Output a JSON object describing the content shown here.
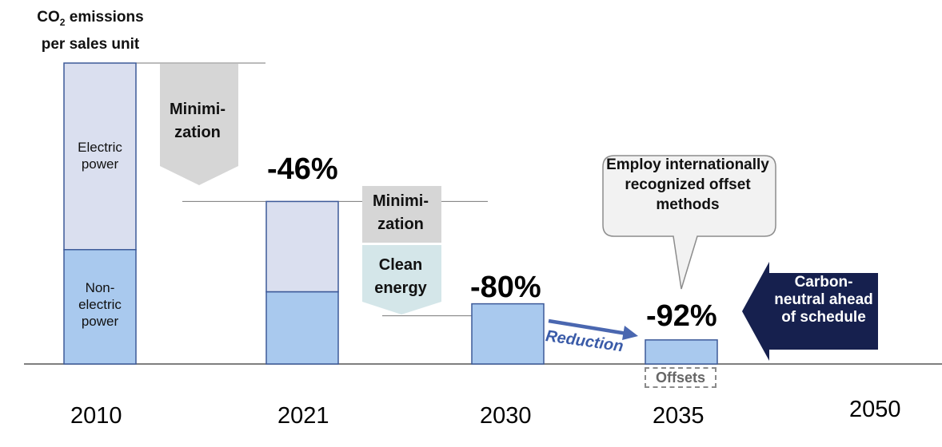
{
  "chart_data": {
    "type": "bar",
    "title": "CO₂ emissions per sales unit",
    "categories": [
      "2010",
      "2021",
      "2030",
      "2035",
      "2050"
    ],
    "values": [
      100,
      54,
      20,
      8,
      0
    ],
    "value_labels": [
      "",
      "-46%",
      "-80%",
      "-92%",
      ""
    ],
    "series": [
      {
        "name": "Electric power",
        "values": [
          62,
          30,
          null,
          null,
          null
        ]
      },
      {
        "name": "Non-electric power",
        "values": [
          38,
          24,
          null,
          null,
          null
        ]
      }
    ],
    "ylim": [
      0,
      100
    ],
    "grid": false,
    "colors": {
      "electric": "#dadfef",
      "non_electric": "#a9c9ee",
      "bar_border": "#3d5a99",
      "arrow_gray": "#d6d6d6",
      "arrow_teal": "#d4e6e9",
      "neutral_arrow": "#16204e",
      "reduction_arrow": "#4a67b0"
    }
  },
  "labels": {
    "ylabel_line1": "CO",
    "ylabel_sub": "2",
    "ylabel_line1_rest": " emissions",
    "ylabel_line2": "per sales unit",
    "electric": "Electric power",
    "non_electric": "Non- electric power"
  },
  "annotations": {
    "minimization_1": "Minimi- zation",
    "minimization_2": "Minimi- zation",
    "clean_energy": "Clean energy",
    "reduction": "Reduction",
    "offsets": "Offsets",
    "callout": "Employ internationally recognized offset methods",
    "carbon_neutral": "Carbon- neutral ahead of schedule"
  }
}
